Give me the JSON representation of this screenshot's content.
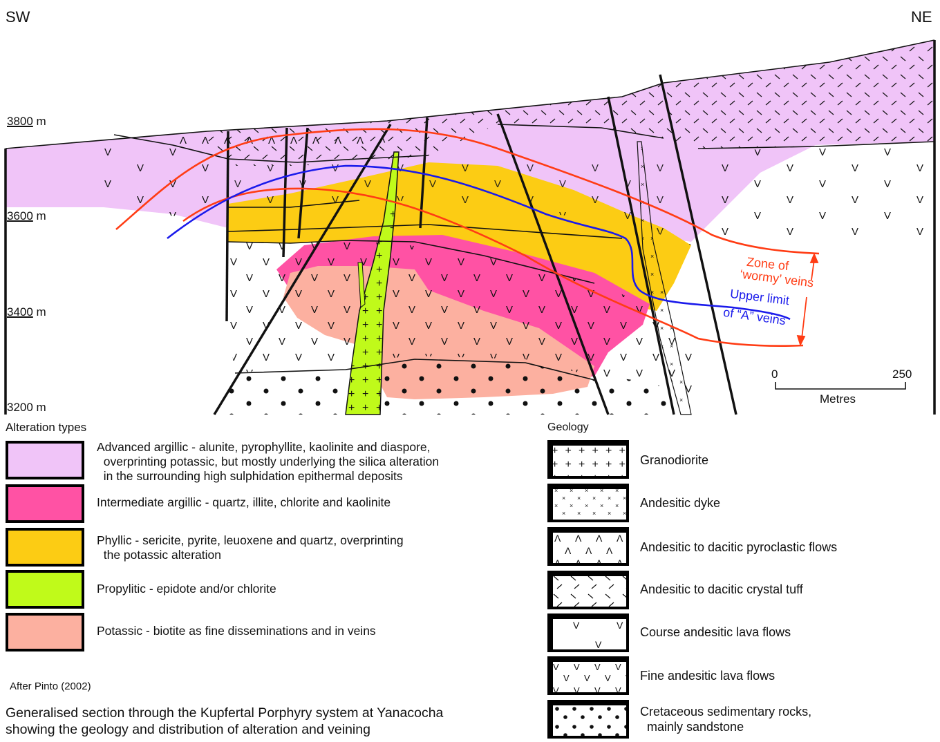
{
  "section": {
    "direction_left": "SW",
    "direction_right": "NE",
    "elevations": [
      {
        "label_num": "3800",
        "unit": " m"
      },
      {
        "label_num": "3600",
        "unit": " m"
      },
      {
        "label_num": "3400",
        "unit": " m"
      },
      {
        "label_num": "3200",
        "unit": " m"
      }
    ],
    "annotations": {
      "wormy_line1": "Zone of",
      "wormy_line2": "‘wormy’ veins",
      "a_line1": "Upper limit",
      "a_line2": "of “A” veins"
    },
    "scale_bar": {
      "start": "0",
      "end": "250",
      "unit": "Metres"
    },
    "line_colors": {
      "wormy_veins": "#ff3c14",
      "a_veins": "#1a1aeb",
      "faults": "#000000"
    }
  },
  "alteration_legend": {
    "title": "Alteration types",
    "items": [
      {
        "name": "advanced-argillic",
        "color": "#f0c4f8",
        "label": "Advanced argillic - alunite, pyrophyllite, kaolinite and diaspore,\n  overprinting potassic, but mostly underlying the silica alteration\n  in the surrounding high sulphidation epithermal deposits"
      },
      {
        "name": "intermediate-argillic",
        "color": "#ff52a4",
        "label": "Intermediate argillic - quartz, illite, chlorite and kaolinite"
      },
      {
        "name": "phyllic",
        "color": "#fccc14",
        "label": "Phyllic - sericite, pyrite, leuoxene and quartz, overprinting\n  the potassic alteration"
      },
      {
        "name": "propylitic",
        "color": "#c0fa1a",
        "label": "Propylitic - epidote and/or chlorite"
      },
      {
        "name": "potassic",
        "color": "#fcb0a0",
        "label": "Potassic - biotite as fine disseminations and in veins"
      }
    ]
  },
  "geology_legend": {
    "title": "Geology",
    "items": [
      {
        "name": "granodiorite",
        "pattern": "plus",
        "label": "Granodiorite"
      },
      {
        "name": "andesitic-dyke",
        "pattern": "small-x",
        "label": "Andesitic dyke"
      },
      {
        "name": "pyroclastic-flows",
        "pattern": "caret",
        "label": "Andesitic to dacitic pyroclastic flows"
      },
      {
        "name": "crystal-tuff",
        "pattern": "dash",
        "label": "Andesitic to dacitic crystal tuff"
      },
      {
        "name": "course-lava",
        "pattern": "sparse-v",
        "label": "Course andesitic lava flows"
      },
      {
        "name": "fine-lava",
        "pattern": "dense-v",
        "label": "Fine andesitic lava flows"
      },
      {
        "name": "cretaceous-sediments",
        "pattern": "dots",
        "label": "Cretaceous sedimentary rocks,\n  mainly sandstone"
      }
    ]
  },
  "credit": "After Pinto (2002)",
  "caption": {
    "line1": "Generalised section through the Kupfertal Porphyry system at Yanacocha",
    "line2": "showing the geology and distribution of alteration and veining"
  }
}
